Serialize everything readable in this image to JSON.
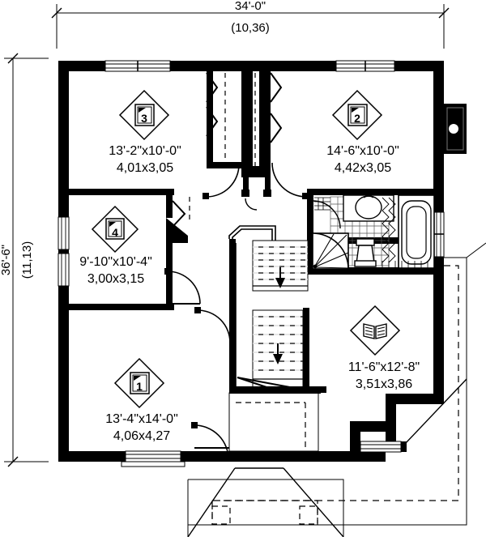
{
  "drawing": {
    "type": "floor-plan",
    "level": "second-floor",
    "line_color": "#000000",
    "background_color": "#ffffff"
  },
  "dimensions": {
    "top": {
      "imperial": "34'-0\"",
      "metric": "(10,36)"
    },
    "left": {
      "imperial": "36'-6\"",
      "metric": "(11,13)"
    }
  },
  "rooms": [
    {
      "id": "bedroom-3",
      "icon": "bed-icon",
      "badge": "3",
      "imperial": "13'-2\"x10'-0\"",
      "metric": "4,01x3,05"
    },
    {
      "id": "bedroom-2",
      "icon": "bed-icon",
      "badge": "2",
      "imperial": "14'-6\"x10'-0\"",
      "metric": "4,42x3,05"
    },
    {
      "id": "bedroom-4",
      "icon": "bed-icon",
      "badge": "4",
      "imperial": "9'-10\"x10'-4\"",
      "metric": "3,00x3,15"
    },
    {
      "id": "bedroom-1",
      "icon": "bed-icon",
      "badge": "1",
      "imperial": "13'-4\"x14'-0\"",
      "metric": "4,06x4,27"
    },
    {
      "id": "study",
      "icon": "open-book-icon",
      "badge": "",
      "imperial": "11'-6\"x12'-8\"",
      "metric": "3,51x3,86"
    }
  ],
  "fixtures": [
    {
      "id": "bathtub",
      "name": "bathtub"
    },
    {
      "id": "toilet",
      "name": "toilet"
    },
    {
      "id": "vanity-sink",
      "name": "vanity-sink"
    },
    {
      "id": "shower",
      "name": "corner-shower"
    },
    {
      "id": "chimney",
      "name": "chimney-flue"
    }
  ],
  "stairs": [
    {
      "id": "stair-upper",
      "direction_marker": "down-arrow"
    },
    {
      "id": "stair-lower",
      "direction_marker": "down-arrow"
    }
  ],
  "openings": {
    "windows": [
      "top-wall-window-left",
      "top-wall-window-right",
      "left-wall-window-upper",
      "left-wall-window-lower",
      "right-wall-window-bath",
      "bottom-wall-window-left",
      "bottom-wall-window-right"
    ],
    "doors": [
      "closet-bifold-left",
      "closet-bifold-right",
      "bedroom-3-door",
      "bedroom-2-door",
      "bedroom-4-closet-bifold",
      "bedroom-4-door",
      "bedroom-1-door",
      "bathroom-door",
      "lower-hall-door"
    ]
  }
}
